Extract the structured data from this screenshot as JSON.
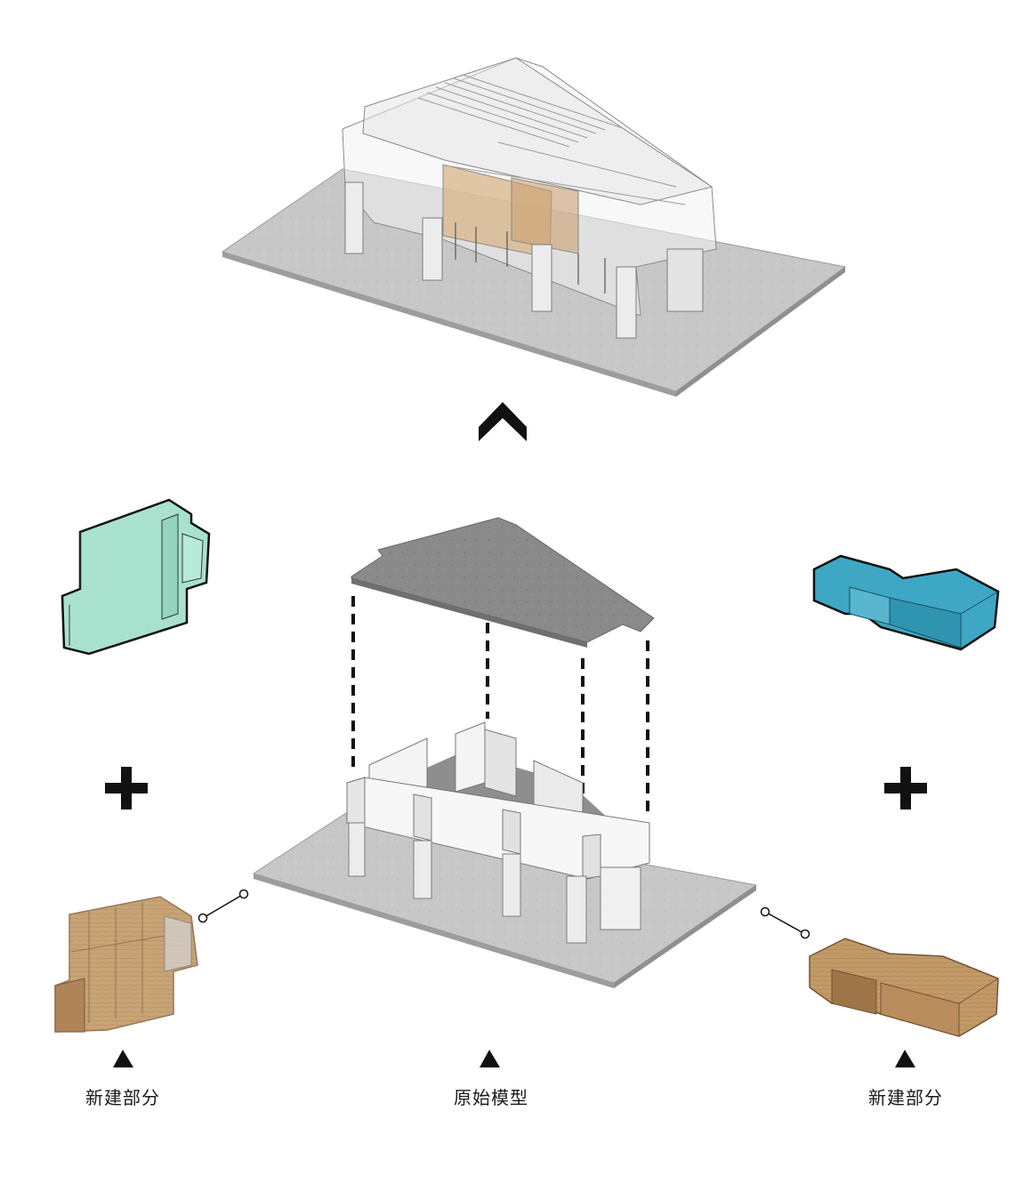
{
  "labels": {
    "left": "新建部分",
    "center": "原始模型",
    "right": "新建部分"
  },
  "colors": {
    "ground": "#c9c9c9",
    "roof": "#8c8c8c",
    "mint": "#a8e2cf",
    "blue": "#3ea7c4",
    "wood": "#b98d5c",
    "glass": "#e9ecef",
    "ink": "#111111"
  }
}
